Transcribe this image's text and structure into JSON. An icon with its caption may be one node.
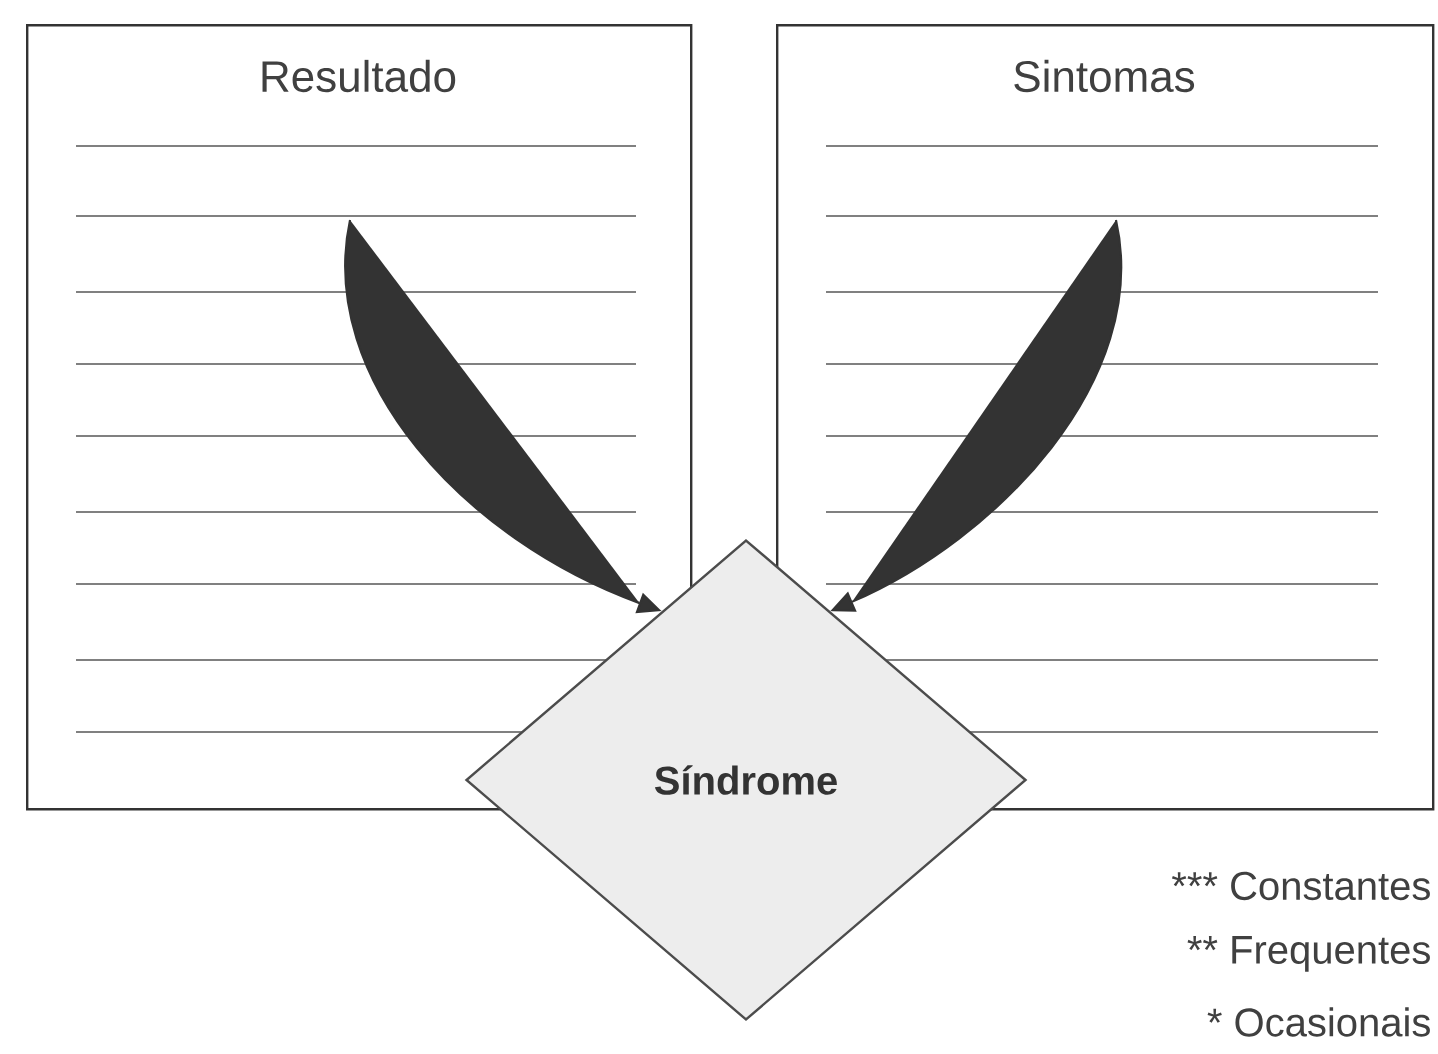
{
  "diagram": {
    "nodes": [
      {
        "text": [
          "Resultado"
        ]
      },
      {
        "text": [
          "Sintomas"
        ]
      },
      {
        "text": [
          "**Síndrome**"
        ]
      }
    ],
    "edges": [
      {
        "from": 0,
        "to": 2,
        "arrow": "to"
      },
      {
        "from": 1,
        "to": 2,
        "arrow": "to"
      }
    ],
    "labels": [
      "*** Constantes",
      "** Frequentes",
      "* Ocasionais"
    ]
  }
}
